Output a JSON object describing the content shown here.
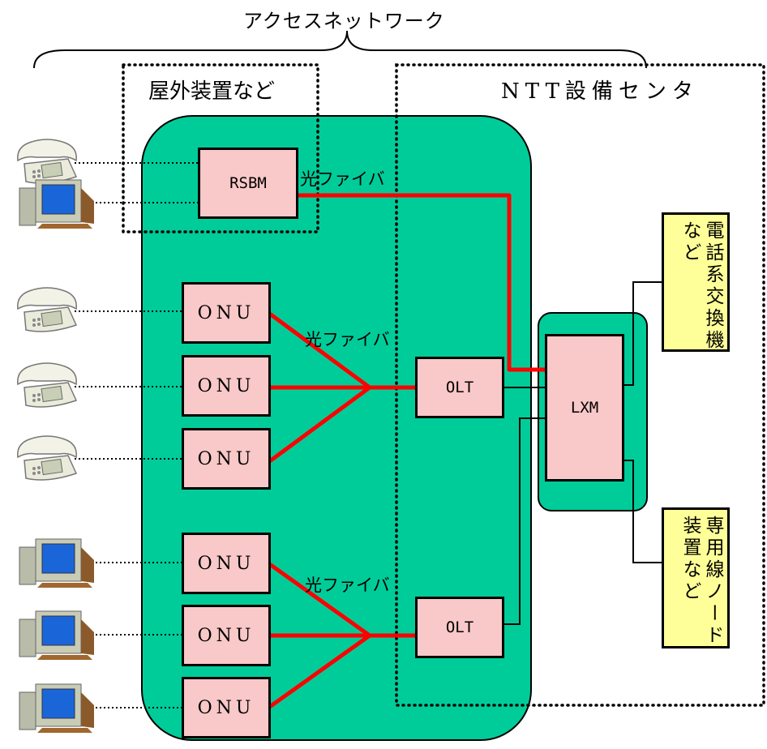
{
  "title": "アクセスネットワーク",
  "zones": {
    "outdoor": "屋外装置など",
    "ntt_center": "NTT設備センタ"
  },
  "nodes": {
    "rsbm": "RSBM",
    "onu": [
      "ONU",
      "ONU",
      "ONU",
      "ONU",
      "ONU",
      "ONU"
    ],
    "olt": [
      "OLT",
      "OLT"
    ],
    "lxm": "LXM",
    "exchange": {
      "line1": "電話系交換機",
      "line2": "など"
    },
    "leased_line": {
      "line1": "専用線ノード",
      "line2": "装置など"
    }
  },
  "fiber_labels": [
    "光ファイバ",
    "光ファイバ",
    "光ファイバ"
  ],
  "devices": [
    "phone",
    "computer",
    "phone",
    "phone",
    "phone",
    "computer",
    "computer",
    "computer"
  ],
  "colors": {
    "access_area": "#00cc99",
    "node_fill": "#f9c8c8",
    "switch_fill": "#ffff99",
    "fiber": "#ff0000",
    "outline": "#000000"
  }
}
